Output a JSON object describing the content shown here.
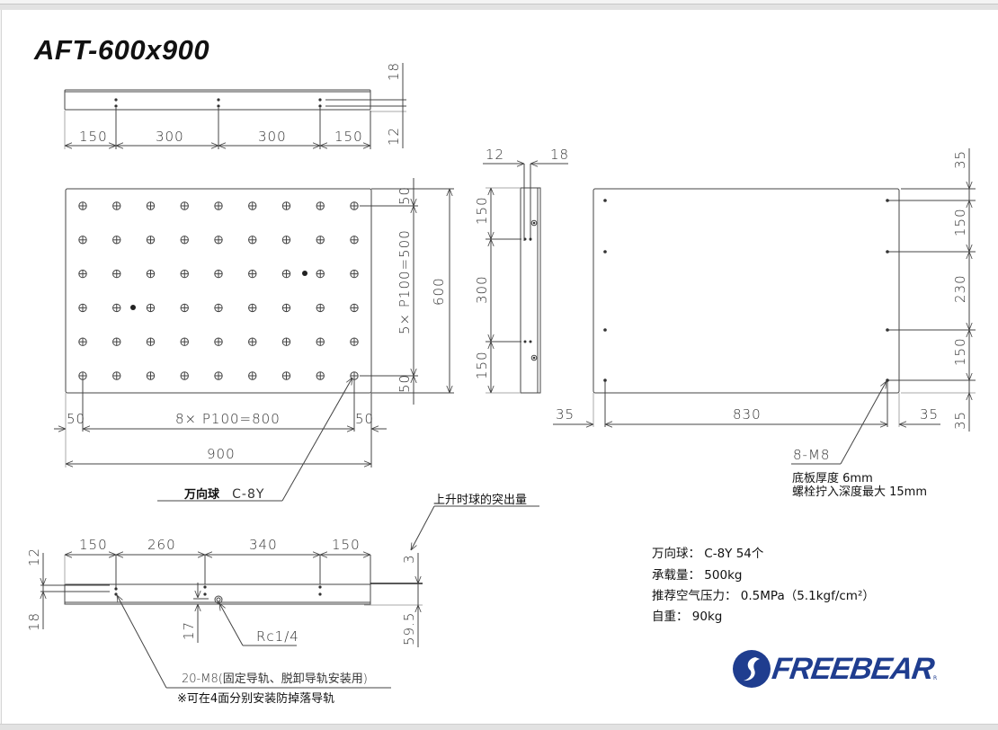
{
  "title": "AFT-600x900",
  "top_view": {
    "dims_horizontal": [
      "150",
      "300",
      "300",
      "150"
    ],
    "dims_vertical": [
      "18",
      "12"
    ]
  },
  "plan_view": {
    "ball_rows": 6,
    "ball_cols": 9,
    "dim_right_top": "50",
    "dim_right_pitch": "5× P100=500",
    "dim_right_total": "600",
    "dim_right_bottom": "50",
    "dim_bottom_left": "50",
    "dim_bottom_pitch": "8× P100=800",
    "dim_bottom_right": "50",
    "dim_bottom_total": "900",
    "ball_callout_label": "万向球",
    "ball_callout_model": "C-8Y"
  },
  "side_view": {
    "dim_top_left": "12",
    "dim_top_right": "18",
    "dims_vertical": [
      "150",
      "300",
      "150"
    ]
  },
  "bottom_view": {
    "dim_top": "35",
    "dims_vertical": [
      "150",
      "230",
      "150"
    ],
    "dim_bottom_right_v": "35",
    "dim_left": "35",
    "dim_center": "830",
    "dim_right": "35",
    "callout": "8-M8",
    "note_line1": "底板厚度 6mm",
    "note_line2": "螺栓拧入深度最大 15mm"
  },
  "front_view": {
    "dims_horizontal": [
      "150",
      "260",
      "340",
      "150"
    ],
    "dim_left_top": "12",
    "dim_left_bottom": "18",
    "dim_17": "17",
    "dim_right_top": "3",
    "dim_right_bottom": "59.5",
    "port_label": "Rc1/4",
    "protrusion_label": "上升时球的突出量",
    "holes_label": "20-M8(固定导轨、脱卸导轨安装用)",
    "holes_note": "※可在4面分别安装防掉落导轨"
  },
  "specs": [
    {
      "label": "万向球：",
      "value": "C-8Y  54个"
    },
    {
      "label": "承载量：",
      "value": "500kg"
    },
    {
      "label": "推荐空气压力：",
      "value": "0.5MPa（5.1kgf/cm²）"
    },
    {
      "label": "自重：",
      "value": "90kg"
    }
  ],
  "brand": {
    "name": "FREEBEAR",
    "color": "#1f3d8f",
    "registered": "R"
  }
}
